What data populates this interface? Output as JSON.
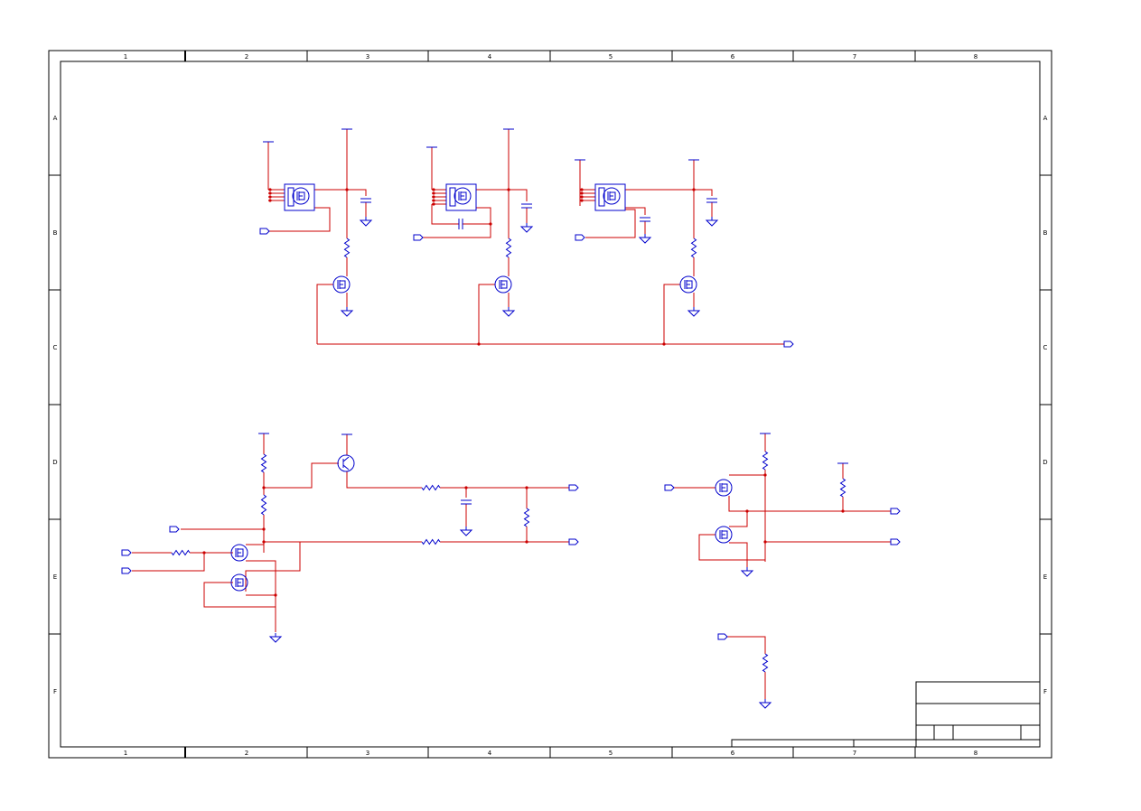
{
  "sheet": {
    "columns": [
      "1",
      "2",
      "3",
      "4",
      "5",
      "6",
      "7",
      "8"
    ],
    "rows": [
      "A",
      "B",
      "C",
      "D",
      "E",
      "F"
    ]
  },
  "colors": {
    "wire": "#cc0000",
    "component": "#0000cc",
    "frame": "#000000"
  }
}
